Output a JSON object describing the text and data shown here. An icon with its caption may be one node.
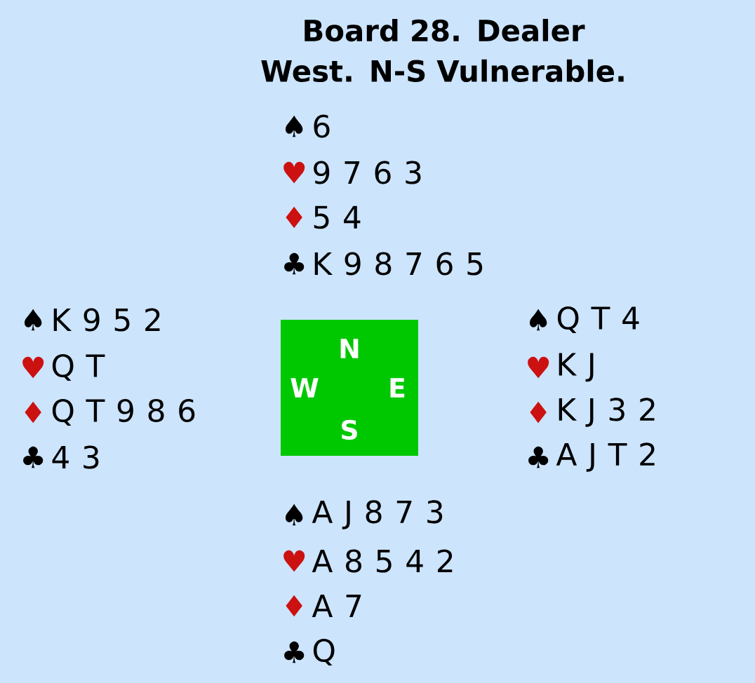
{
  "diagram": {
    "title": "Board 28. Dealer West. N-S Vulnerable.",
    "nodes": [
      {
        "text": [
          "N",
          "W",
          "E",
          "S"
        ]
      }
    ],
    "edges": [],
    "labels": [
      "♠",
      "6",
      "♥",
      "9 7 6 3",
      "♦",
      "5 4",
      "♣",
      "K 9 8 7 6 5",
      "♠",
      "K 9 5 2",
      "♠",
      "Q T 4",
      "♥",
      "Q T",
      "♥",
      "K J",
      "♦",
      "Q T 9 8 6",
      "♦",
      "K J 3 2",
      "♣",
      "4 3",
      "♣",
      "A J T 2",
      "♠",
      "A J 8 7 3",
      "♥",
      "A 8 5 4 2",
      "♦",
      "A 7",
      "♣",
      "Q"
    ]
  }
}
